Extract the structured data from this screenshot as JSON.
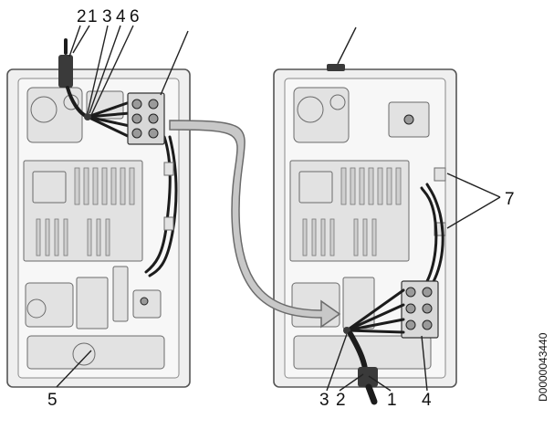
{
  "document_id": "D0000043440",
  "callouts": {
    "top_left": [
      "2",
      "1",
      "3",
      "4",
      "6"
    ],
    "right": "7",
    "bottom_left": "5",
    "bottom_right": [
      "3",
      "2",
      "1",
      "4"
    ]
  },
  "colors": {
    "arrow_fill": "#c8c8c8",
    "arrow_stroke": "#6b6b6b",
    "wire": "#1c1c1c",
    "frame": "#efefef"
  }
}
